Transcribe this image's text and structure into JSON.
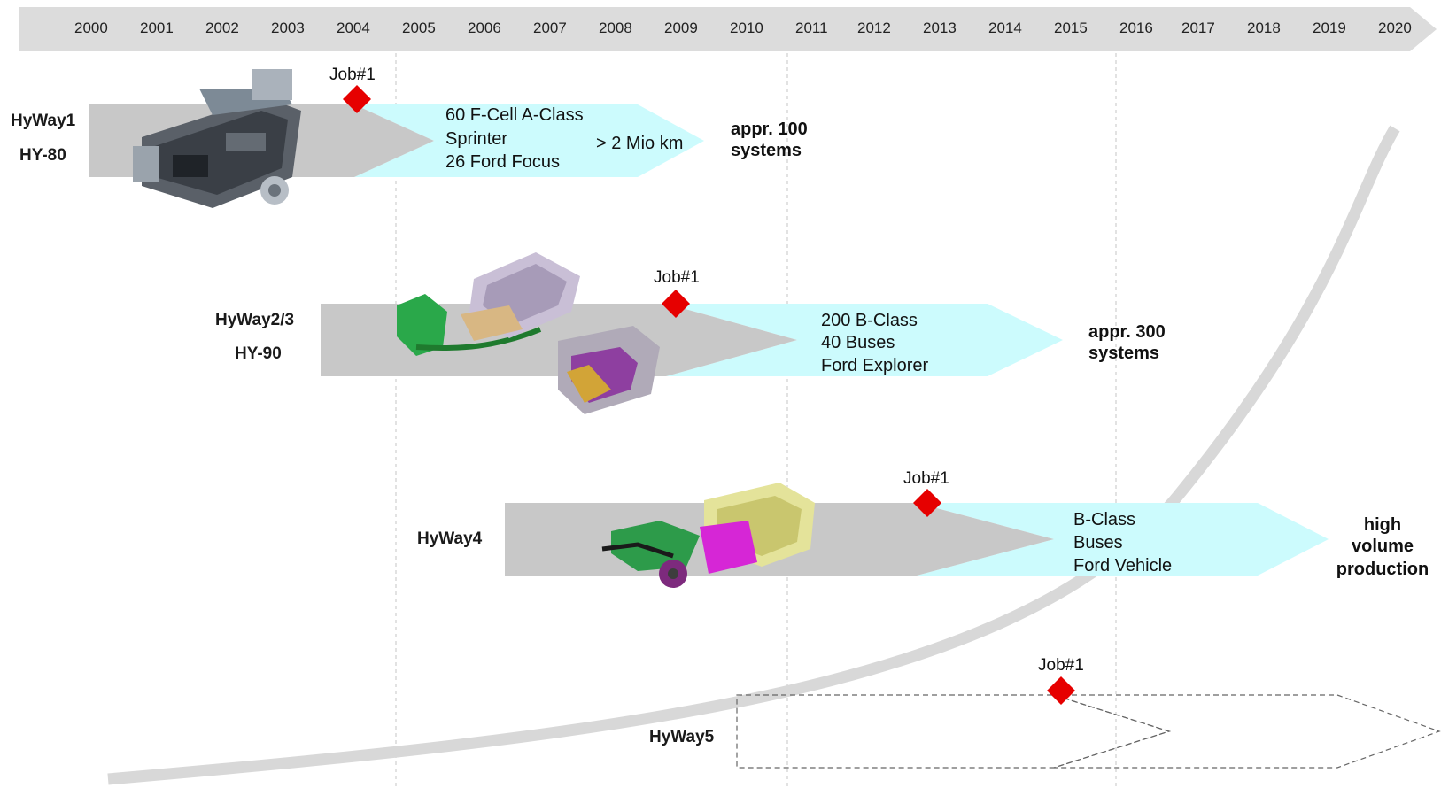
{
  "timeline": {
    "years": [
      "2000",
      "2001",
      "2002",
      "2003",
      "2004",
      "2005",
      "2006",
      "2007",
      "2008",
      "2009",
      "2010",
      "2011",
      "2012",
      "2013",
      "2014",
      "2015",
      "2016",
      "2017",
      "2018",
      "2019",
      "2020"
    ]
  },
  "generations": [
    {
      "names": [
        "HyWay1",
        "HY-80"
      ],
      "job_label": "Job#1",
      "vehicles": [
        "60 F-Cell A-Class",
        "Sprinter",
        "26 Ford Focus"
      ],
      "mileage": "> 2 Mio km",
      "result": [
        "appr. 100",
        "systems"
      ],
      "image": "fuel-cell-system-hy80"
    },
    {
      "names": [
        "HyWay2/3",
        "HY-90"
      ],
      "job_label": "Job#1",
      "vehicles": [
        "200 B-Class",
        "40 Buses",
        "Ford Explorer"
      ],
      "result": [
        "appr. 300",
        "systems"
      ],
      "image": "fuel-cell-system-hy90"
    },
    {
      "names": [
        "HyWay4"
      ],
      "job_label": "Job#1",
      "vehicles": [
        "B-Class",
        "Buses",
        "Ford Vehicle"
      ],
      "result": [
        "high",
        "volume",
        "production"
      ],
      "image": "fuel-cell-system-hyway4"
    },
    {
      "names": [
        "HyWay5"
      ],
      "job_label": "Job#1"
    }
  ],
  "colors": {
    "timeline_arrow": "#dcdcdc",
    "development_bar": "#c8c8c8",
    "production_arrow": "#ccfbfd",
    "milestone": "#e60000",
    "growth_curve": "#d8d8d8"
  }
}
